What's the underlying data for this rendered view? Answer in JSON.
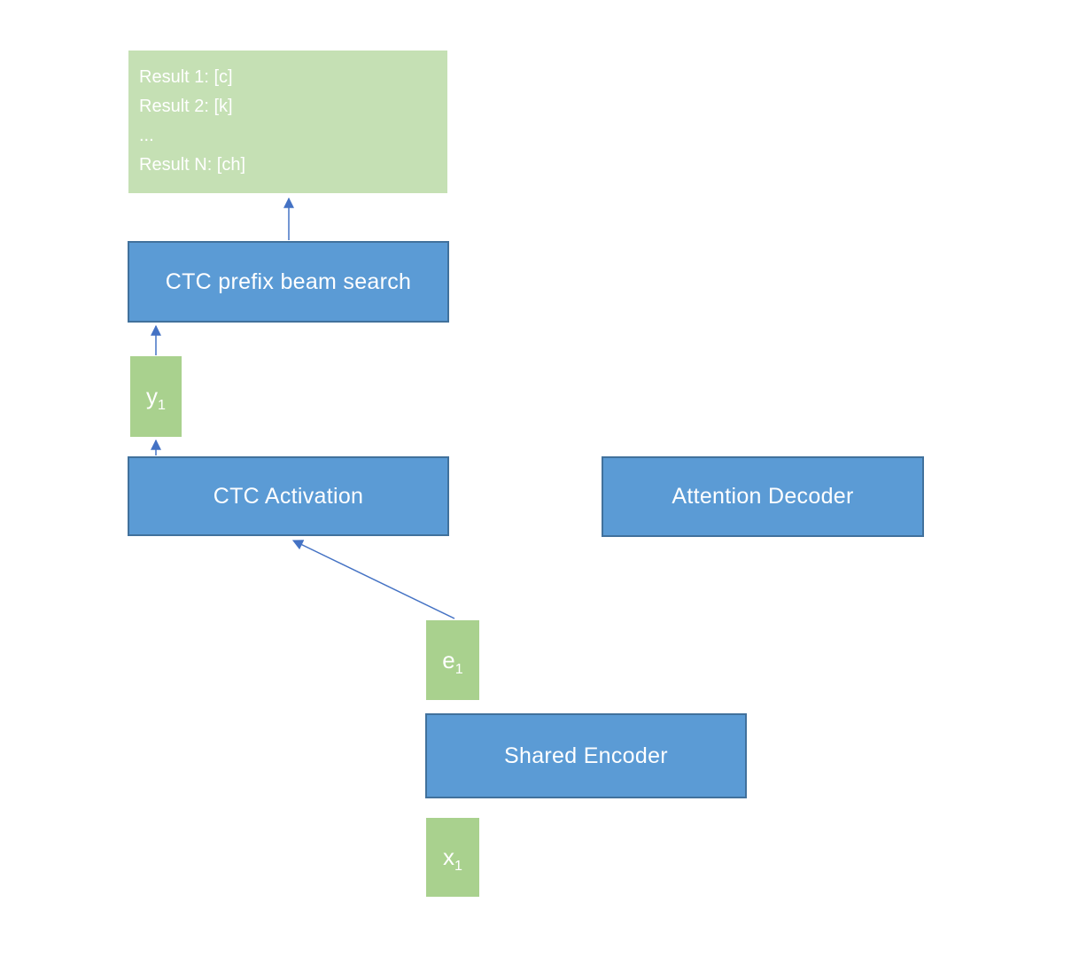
{
  "canvas": {
    "background": "#ffffff"
  },
  "colors": {
    "box_blue_fill": "#5b9bd5",
    "box_blue_border": "#41719c",
    "box_green_light": "#c5e0b4",
    "box_green_medium": "#a9d18e",
    "arrow_blue": "#4472c4",
    "label_text": "#ffffff"
  },
  "nodes": {
    "results_box": {
      "lines": [
        "Result 1: [c]",
        "Result 2: [k]",
        "...",
        "Result N: [ch]"
      ]
    },
    "ctc_prefix_beam_search": {
      "label": "CTC prefix beam search"
    },
    "y1_token": {
      "base": "y",
      "sub": "1"
    },
    "ctc_activation": {
      "label": "CTC Activation"
    },
    "attention_decoder": {
      "label": "Attention Decoder"
    },
    "e1_token": {
      "base": "e",
      "sub": "1"
    },
    "shared_encoder": {
      "label": "Shared Encoder"
    },
    "x1_token": {
      "base": "x",
      "sub": "1"
    }
  }
}
